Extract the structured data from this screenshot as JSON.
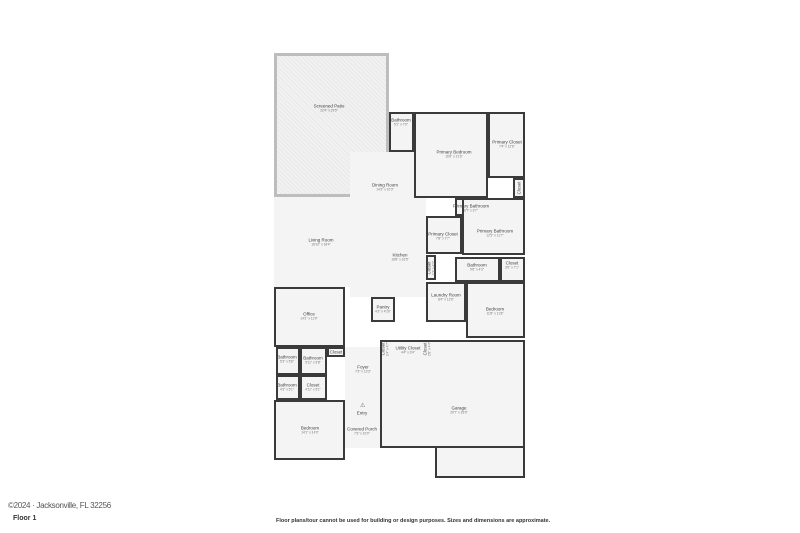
{
  "address": "©2024 · Jacksonville, FL 32256",
  "floor_label": "Floor 1",
  "disclaimer": "Floor plans/tour cannot be used for building or design purposes. Sizes and dimensions are approximate.",
  "entry_icon": "warning-triangle-icon",
  "rooms": [
    {
      "name": "Screened Patio",
      "dims": "22'4\" x 29'5\""
    },
    {
      "name": "Bathroom",
      "dims": "5'1\" x 7'9\""
    },
    {
      "name": "Primary Bedroom",
      "dims": "16'6\" x 21'6\""
    },
    {
      "name": "Primary Closet",
      "dims": "7'4\" x 12'6\""
    },
    {
      "name": "Dining Room",
      "dims": "14'3\" x 10'3\""
    },
    {
      "name": "Closet",
      "dims": ""
    },
    {
      "name": "Primary Bathroom",
      "dims": "6'7\" x 3'7\""
    },
    {
      "name": "Living Room",
      "dims": "18'10\" x 18'4\""
    },
    {
      "name": "Kitchen",
      "dims": "18'8\" x 16'5\""
    },
    {
      "name": "Primary Closet",
      "dims": "7'8\" x 7'7\""
    },
    {
      "name": "Primary Bathroom",
      "dims": "12'3\" x 11'7\""
    },
    {
      "name": "Closet",
      "dims": "1'1\" x 4'9\""
    },
    {
      "name": "Bathroom",
      "dims": "9'6\" x 4'3\""
    },
    {
      "name": "Closet",
      "dims": "3'6\" x 7'1\""
    },
    {
      "name": "Office",
      "dims": "14'2\" x 11'9\""
    },
    {
      "name": "Pantry",
      "dims": "4'3\" x 4'10\""
    },
    {
      "name": "Laundry Room",
      "dims": "8'4\" x 12'6\""
    },
    {
      "name": "Bedroom",
      "dims": "11'8\" x 11'8\""
    },
    {
      "name": "Closet",
      "dims": "1'4\" x 4'7\""
    },
    {
      "name": "Utility Closet",
      "dims": "4'4\" x 3'4\""
    },
    {
      "name": "Closet",
      "dims": "2'8\" x 4'4\""
    },
    {
      "name": "Bathroom",
      "dims": "5'3\" x 5'8\""
    },
    {
      "name": "Bathroom",
      "dims": "5'11\" x 5'8\""
    },
    {
      "name": "Closet",
      "dims": ""
    },
    {
      "name": "Foyer",
      "dims": "7'3\" x 13'3\""
    },
    {
      "name": "Bathroom",
      "dims": "4'3\" x 5'1\""
    },
    {
      "name": "Closet",
      "dims": "4'11\" x 5'1\""
    },
    {
      "name": "Garage",
      "dims": "29'7\" x 26'0\""
    },
    {
      "name": "Entry",
      "dims": ""
    },
    {
      "name": "Bedroom",
      "dims": "14'1\" x 14'0\""
    },
    {
      "name": "Covered Porch",
      "dims": "7'3\" x 10'0\""
    }
  ]
}
